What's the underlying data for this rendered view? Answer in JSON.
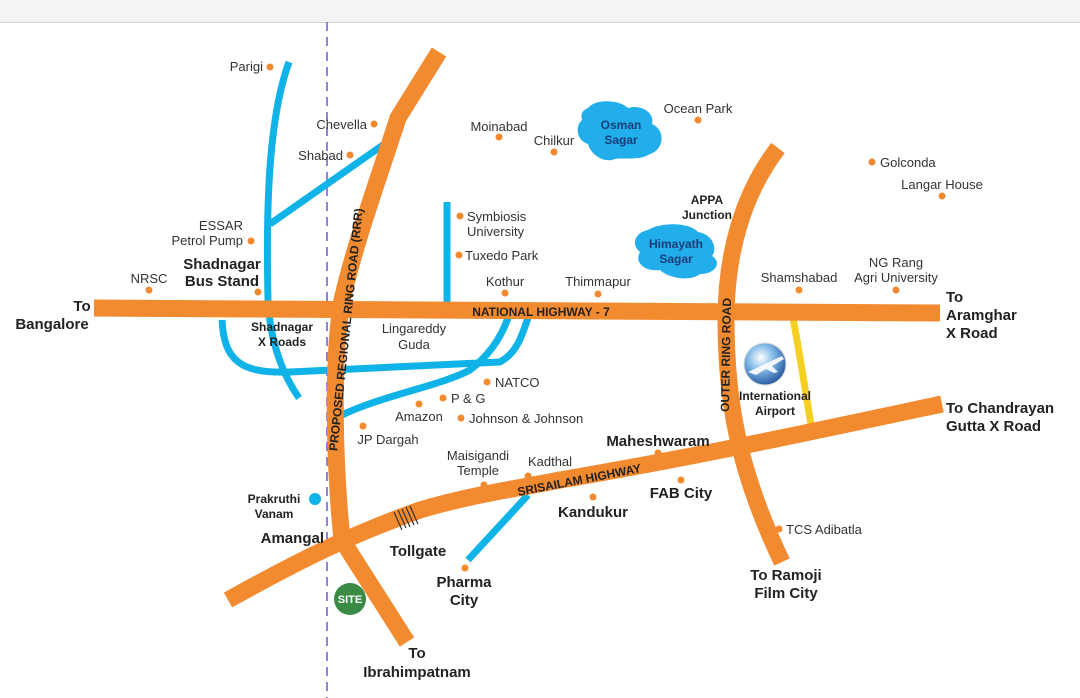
{
  "colors": {
    "highway": "#f28a30",
    "road": "#10b3e8",
    "connector": "#f5d020",
    "lake": "#22aeea",
    "poi": "#f28a30",
    "site": "#3b8b47"
  },
  "highways": {
    "nh7": "NATIONAL HIGHWAY - 7",
    "rrr": "PROPOSED REGIONAL RING ROAD (RRR)",
    "orr": "OUTER RING ROAD",
    "srisailam": "SRISAILAM HIGHWAY"
  },
  "lakes": {
    "osman": [
      "Osman",
      "Sagar"
    ],
    "himayath": [
      "Himayath",
      "Sagar"
    ]
  },
  "places": {
    "parigi": "Parigi",
    "chevella": "Chevella",
    "shabad": "Shabad",
    "essar": [
      "ESSAR",
      "Petrol Pump"
    ],
    "nrsc": "NRSC",
    "shadnagar_bus": [
      "Shadnagar",
      "Bus Stand"
    ],
    "shadnagar_x": [
      "Shadnagar",
      "X Roads"
    ],
    "moinabad": "Moinabad",
    "chilkur": "Chilkur",
    "ocean_park": "Ocean Park",
    "golconda": "Golconda",
    "langar_house": "Langar House",
    "appa": [
      "APPA",
      "Junction"
    ],
    "symbiosis": [
      "Symbiosis",
      "University"
    ],
    "tuxedo": "Tuxedo Park",
    "kothur": "Kothur",
    "thimmapur": "Thimmapur",
    "shamshabad": "Shamshabad",
    "ng_rang": [
      "NG Rang",
      "Agri University"
    ],
    "lingareddy": [
      "Lingareddy",
      "Guda"
    ],
    "natco": "NATCO",
    "png": "P & G",
    "amazon": "Amazon",
    "jnj": "Johnson & Johnson",
    "jp_dargah": "JP Dargah",
    "airport": [
      "International",
      "Airport"
    ],
    "maisigandi": [
      "Maisigandi",
      "Temple"
    ],
    "kadthal": "Kadthal",
    "maheshwaram": "Maheshwaram",
    "fab_city": "FAB City",
    "kandukur": "Kandukur",
    "tcs": "TCS Adibatla",
    "prakruthi": [
      "Prakruthi",
      "Vanam"
    ],
    "amangal": "Amangal",
    "tollgate": "Tollgate",
    "pharma": [
      "Pharma",
      "City"
    ],
    "site": "SITE"
  },
  "destinations": {
    "bangalore": [
      "To",
      "Bangalore"
    ],
    "aramghar": [
      "To",
      "Aramghar",
      "X Road"
    ],
    "chandrayan": [
      "To Chandrayan",
      "Gutta X Road"
    ],
    "ramoji": [
      "To Ramoji",
      "Film City"
    ],
    "ibrahimpatnam": [
      "To",
      "Ibrahimpatnam"
    ]
  }
}
